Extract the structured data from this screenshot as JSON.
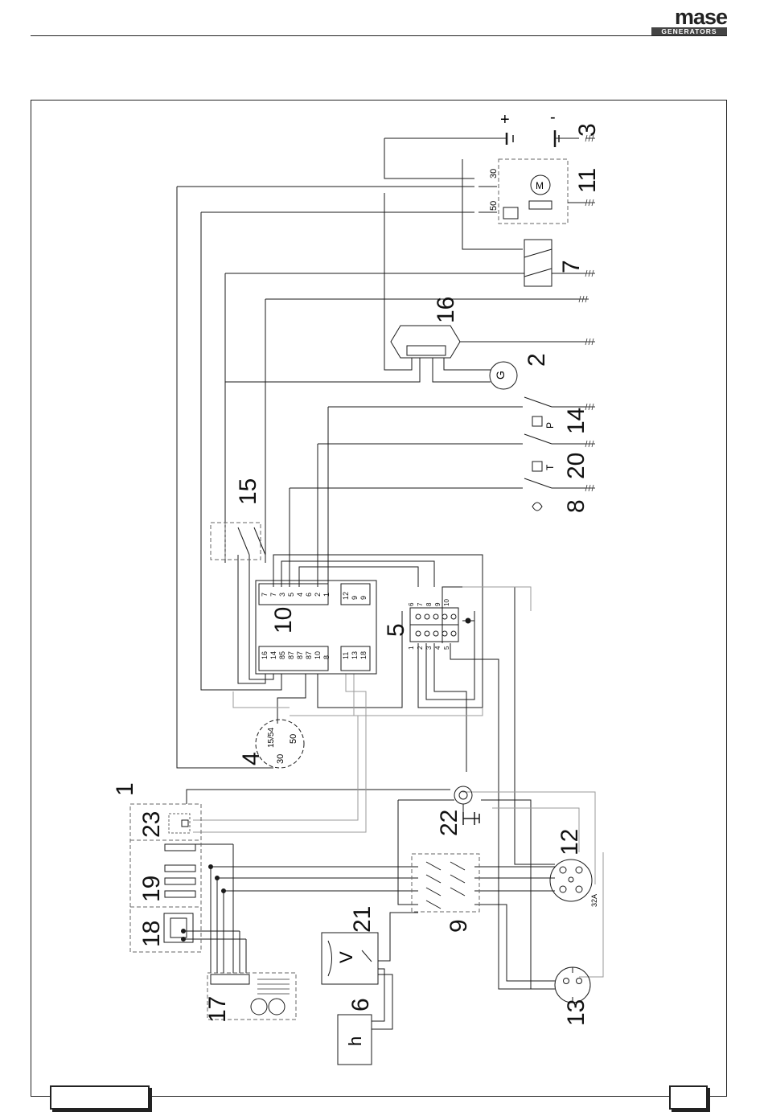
{
  "brand": {
    "name": "mase",
    "tagline": "GENERATORS"
  },
  "components": [
    {
      "id": "1",
      "label": "1"
    },
    {
      "id": "2",
      "label": "2",
      "symbol": "G"
    },
    {
      "id": "3",
      "label": "3",
      "plus": "+",
      "minus": "-"
    },
    {
      "id": "4",
      "label": "4",
      "terminals": [
        "30",
        "15/54",
        "50"
      ]
    },
    {
      "id": "5",
      "label": "5"
    },
    {
      "id": "6",
      "label": "6",
      "symbol": "h"
    },
    {
      "id": "7",
      "label": "7"
    },
    {
      "id": "8",
      "label": "8"
    },
    {
      "id": "9",
      "label": "9"
    },
    {
      "id": "10",
      "label": "10"
    },
    {
      "id": "11",
      "label": "11",
      "symbol": "M",
      "terminals": [
        "30",
        "50"
      ]
    },
    {
      "id": "12",
      "label": "12",
      "rating": "32A"
    },
    {
      "id": "13",
      "label": "13"
    },
    {
      "id": "14",
      "label": "14",
      "symbol": "P"
    },
    {
      "id": "15",
      "label": "15"
    },
    {
      "id": "16",
      "label": "16"
    },
    {
      "id": "17",
      "label": "17"
    },
    {
      "id": "18",
      "label": "18"
    },
    {
      "id": "19",
      "label": "19"
    },
    {
      "id": "20",
      "label": "20",
      "symbol": "T"
    },
    {
      "id": "21",
      "label": "21",
      "symbol": "V"
    },
    {
      "id": "22",
      "label": "22"
    },
    {
      "id": "23",
      "label": "23"
    }
  ],
  "relay_block_10": {
    "top_row": [
      "7",
      "7",
      "3",
      "5",
      "4",
      "6",
      "2",
      "1"
    ],
    "top_right": [
      "12",
      "9",
      "9"
    ],
    "bottom_row": [
      "16",
      "14",
      "85",
      "87",
      "87",
      "87",
      "10",
      "8"
    ],
    "bottom_right": [
      "11",
      "13",
      "18"
    ]
  },
  "terminal_strip_5": {
    "left": [
      "1",
      "2",
      "3",
      "4",
      "5"
    ],
    "right": [
      "6",
      "7",
      "8",
      "9",
      "10"
    ]
  },
  "colors": {
    "line": "#1a1a1a",
    "wire_light": "#9a9a9a",
    "dash": "#666666"
  }
}
